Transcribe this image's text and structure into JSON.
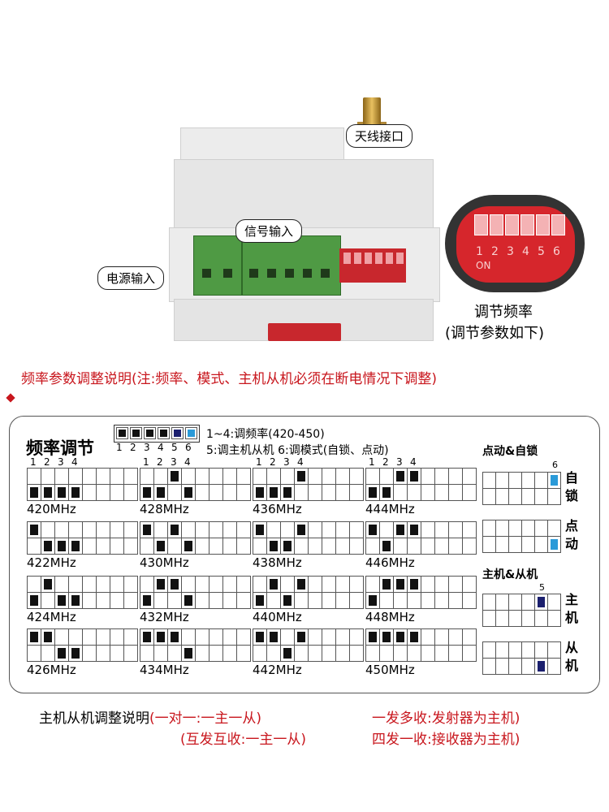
{
  "callouts": {
    "antenna": "天线接口",
    "signal": "信号输入",
    "power": "电源输入"
  },
  "zoom_label": {
    "line1": "调节频率",
    "line2": "(调节参数如下)"
  },
  "zoom_switch_numbers": [
    "1",
    "2",
    "3",
    "4",
    "5",
    "6"
  ],
  "zoom_on_text": "ON",
  "title_note": "频率参数调整说明(注:频率、模式、主机从机必须在断电情况下调整)",
  "panel": {
    "heading": "频率调节",
    "legend_numbers": [
      "1",
      "2",
      "3",
      "4",
      "5",
      "6"
    ],
    "legend_line1": "1~4:调频率(420-450)",
    "legend_line2": "5:调主机从机 6:调模式(自锁、点动)",
    "column_header": [
      "1",
      "2",
      "3",
      "4"
    ],
    "side": {
      "mode_title": "点动&自锁",
      "mode_pos_number": "6",
      "mode_items": [
        {
          "label1": "自",
          "label2": "锁",
          "pos": "top"
        },
        {
          "label1": "点",
          "label2": "动",
          "pos": "bottom"
        }
      ],
      "master_title": "主机&从机",
      "master_pos_number": "5",
      "master_items": [
        {
          "label1": "主",
          "label2": "机",
          "pos": "top"
        },
        {
          "label1": "从",
          "label2": "机",
          "pos": "bottom"
        }
      ],
      "mode_color": "#2a9ad8",
      "master_color": "#1b1f6e"
    }
  },
  "freq_table": [
    {
      "label": "420MHz",
      "up": [
        false,
        false,
        false,
        false
      ]
    },
    {
      "label": "422MHz",
      "up": [
        true,
        false,
        false,
        false
      ]
    },
    {
      "label": "424MHz",
      "up": [
        false,
        true,
        false,
        false
      ]
    },
    {
      "label": "426MHz",
      "up": [
        true,
        true,
        false,
        false
      ]
    },
    {
      "label": "428MHz",
      "up": [
        false,
        false,
        true,
        false
      ]
    },
    {
      "label": "430MHz",
      "up": [
        true,
        false,
        true,
        false
      ]
    },
    {
      "label": "432MHz",
      "up": [
        false,
        true,
        true,
        false
      ]
    },
    {
      "label": "434MHz",
      "up": [
        true,
        true,
        true,
        false
      ]
    },
    {
      "label": "436MHz",
      "up": [
        false,
        false,
        false,
        true
      ]
    },
    {
      "label": "438MHz",
      "up": [
        true,
        false,
        false,
        true
      ]
    },
    {
      "label": "440MHz",
      "up": [
        false,
        true,
        false,
        true
      ]
    },
    {
      "label": "442MHz",
      "up": [
        true,
        true,
        false,
        true
      ]
    },
    {
      "label": "444MHz",
      "up": [
        false,
        false,
        true,
        true
      ]
    },
    {
      "label": "446MHz",
      "up": [
        true,
        false,
        true,
        true
      ]
    },
    {
      "label": "448MHz",
      "up": [
        false,
        true,
        true,
        true
      ]
    },
    {
      "label": "450MHz",
      "up": [
        true,
        true,
        true,
        true
      ]
    }
  ],
  "footer": {
    "line1_label": "主机从机调整说明",
    "line1_a": "(一对一:一主一从)",
    "line1_b": "一发多收:发射器为主机)",
    "line2_a": "(互发互收:一主一从)",
    "line2_b": "四发一收:接收器为主机)"
  }
}
